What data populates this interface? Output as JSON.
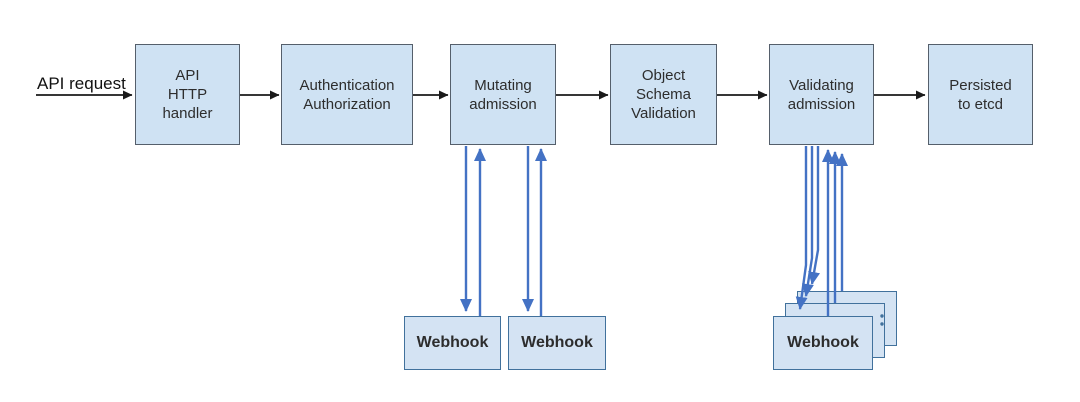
{
  "labels": {
    "api_request": "API request"
  },
  "pipeline": [
    {
      "id": "api-http-handler",
      "lines": [
        "API",
        "HTTP",
        "handler"
      ]
    },
    {
      "id": "authentication-authorization",
      "lines": [
        "Authentication",
        "Authorization"
      ]
    },
    {
      "id": "mutating-admission",
      "lines": [
        "Mutating",
        "admission"
      ]
    },
    {
      "id": "object-schema-validation",
      "lines": [
        "Object",
        "Schema",
        "Validation"
      ]
    },
    {
      "id": "validating-admission",
      "lines": [
        "Validating",
        "admission"
      ]
    },
    {
      "id": "persisted-to-etcd",
      "lines": [
        "Persisted",
        "to etcd"
      ]
    }
  ],
  "webhooks": {
    "mutating": [
      "Webhook",
      "Webhook"
    ],
    "validating": {
      "front_label": "Webhook",
      "stack_count": 3
    }
  },
  "connections": [
    {
      "from": "api-request",
      "to": "api-http-handler",
      "type": "flow"
    },
    {
      "from": "api-http-handler",
      "to": "authentication-authorization",
      "type": "flow"
    },
    {
      "from": "authentication-authorization",
      "to": "mutating-admission",
      "type": "flow"
    },
    {
      "from": "mutating-admission",
      "to": "object-schema-validation",
      "type": "flow"
    },
    {
      "from": "object-schema-validation",
      "to": "validating-admission",
      "type": "flow"
    },
    {
      "from": "validating-admission",
      "to": "persisted-to-etcd",
      "type": "flow"
    },
    {
      "from": "mutating-admission",
      "to": "mutating-webhook-1",
      "type": "bidirectional"
    },
    {
      "from": "mutating-admission",
      "to": "mutating-webhook-2",
      "type": "bidirectional"
    },
    {
      "from": "validating-admission",
      "to": "validating-webhook-stack",
      "type": "bidirectional-multiple"
    }
  ],
  "colors": {
    "box_fill": "#cfe2f3",
    "box_border": "#555f6b",
    "webhook_fill": "#d4e3f3",
    "webhook_border": "#41719c",
    "flow_arrow": "#1a1a1a",
    "webhook_arrow": "#4472c4",
    "text": "#2d2d2d",
    "bg": "#ffffff"
  }
}
